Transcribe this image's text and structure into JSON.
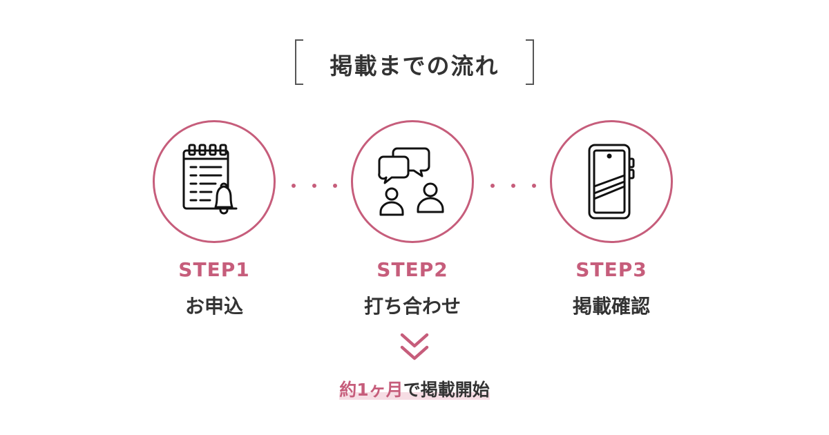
{
  "title": "掲載までの流れ",
  "colors": {
    "accent": "#c65d7b",
    "text": "#333333",
    "highlight": "#f6dde4"
  },
  "steps": [
    {
      "label": "STEP1",
      "name": "お申込",
      "icon": "notepad-bell-icon"
    },
    {
      "label": "STEP2",
      "name": "打ち合わせ",
      "icon": "meeting-chat-icon"
    },
    {
      "label": "STEP3",
      "name": "掲載確認",
      "icon": "smartphone-icon"
    }
  ],
  "footer": {
    "highlight": "約1ヶ月",
    "rest": "で掲載開始"
  }
}
